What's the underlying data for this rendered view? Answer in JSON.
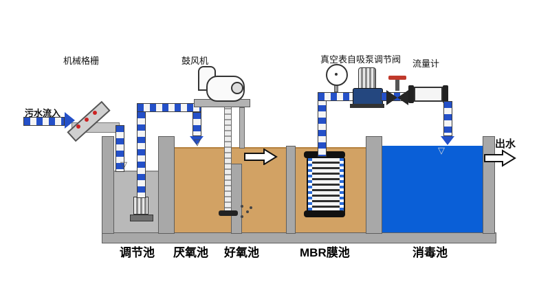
{
  "diagram": {
    "labels": {
      "inflow": "污水流入",
      "screen": "机械格栅",
      "blower": "鼓风机",
      "vacuum_gauge": "真空表",
      "self_priming_pump": "自吸泵",
      "control_valve": "调节阀",
      "flow_meter": "流量计",
      "outflow": "出水"
    },
    "tanks": [
      {
        "id": "regulating",
        "label": "调节池"
      },
      {
        "id": "anaerobic",
        "label": "厌氧池"
      },
      {
        "id": "aerobic",
        "label": "好氧池"
      },
      {
        "id": "mbr",
        "label": "MBR膜池"
      },
      {
        "id": "disinfection",
        "label": "消毒池"
      }
    ],
    "symbols": {
      "water_level": "▽"
    },
    "colors": {
      "wall": "#a8a8a8",
      "regulating_water": "#b9b9b9",
      "biological_water": "#d2a264",
      "disinfection_water": "#0a5fd7",
      "pipe_blue": "#2450c8"
    }
  }
}
